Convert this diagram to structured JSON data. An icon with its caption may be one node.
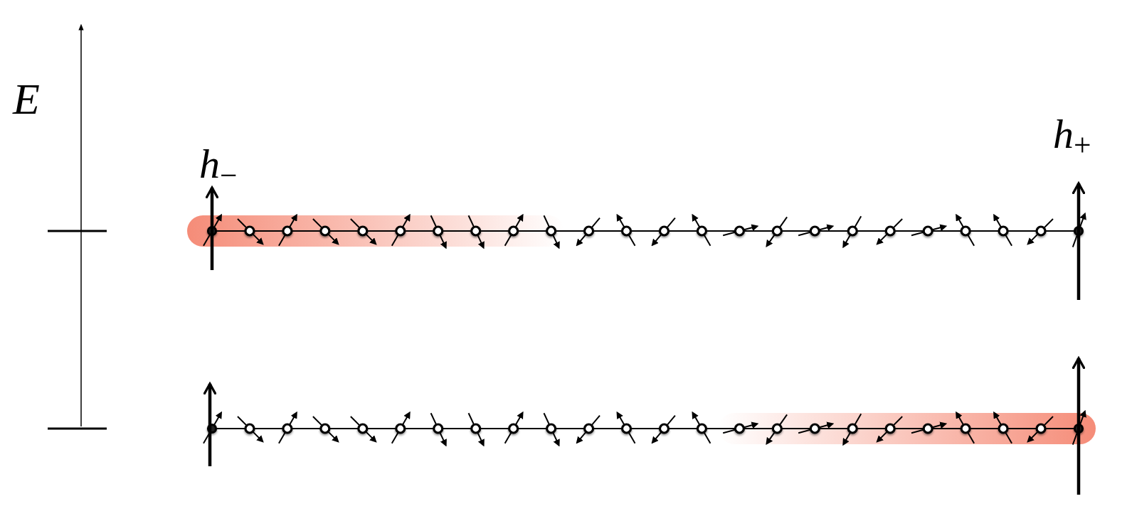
{
  "diagram": {
    "labels": [
      "E",
      "h$_{−}$",
      "h$_{+}$"
    ]
  }
}
